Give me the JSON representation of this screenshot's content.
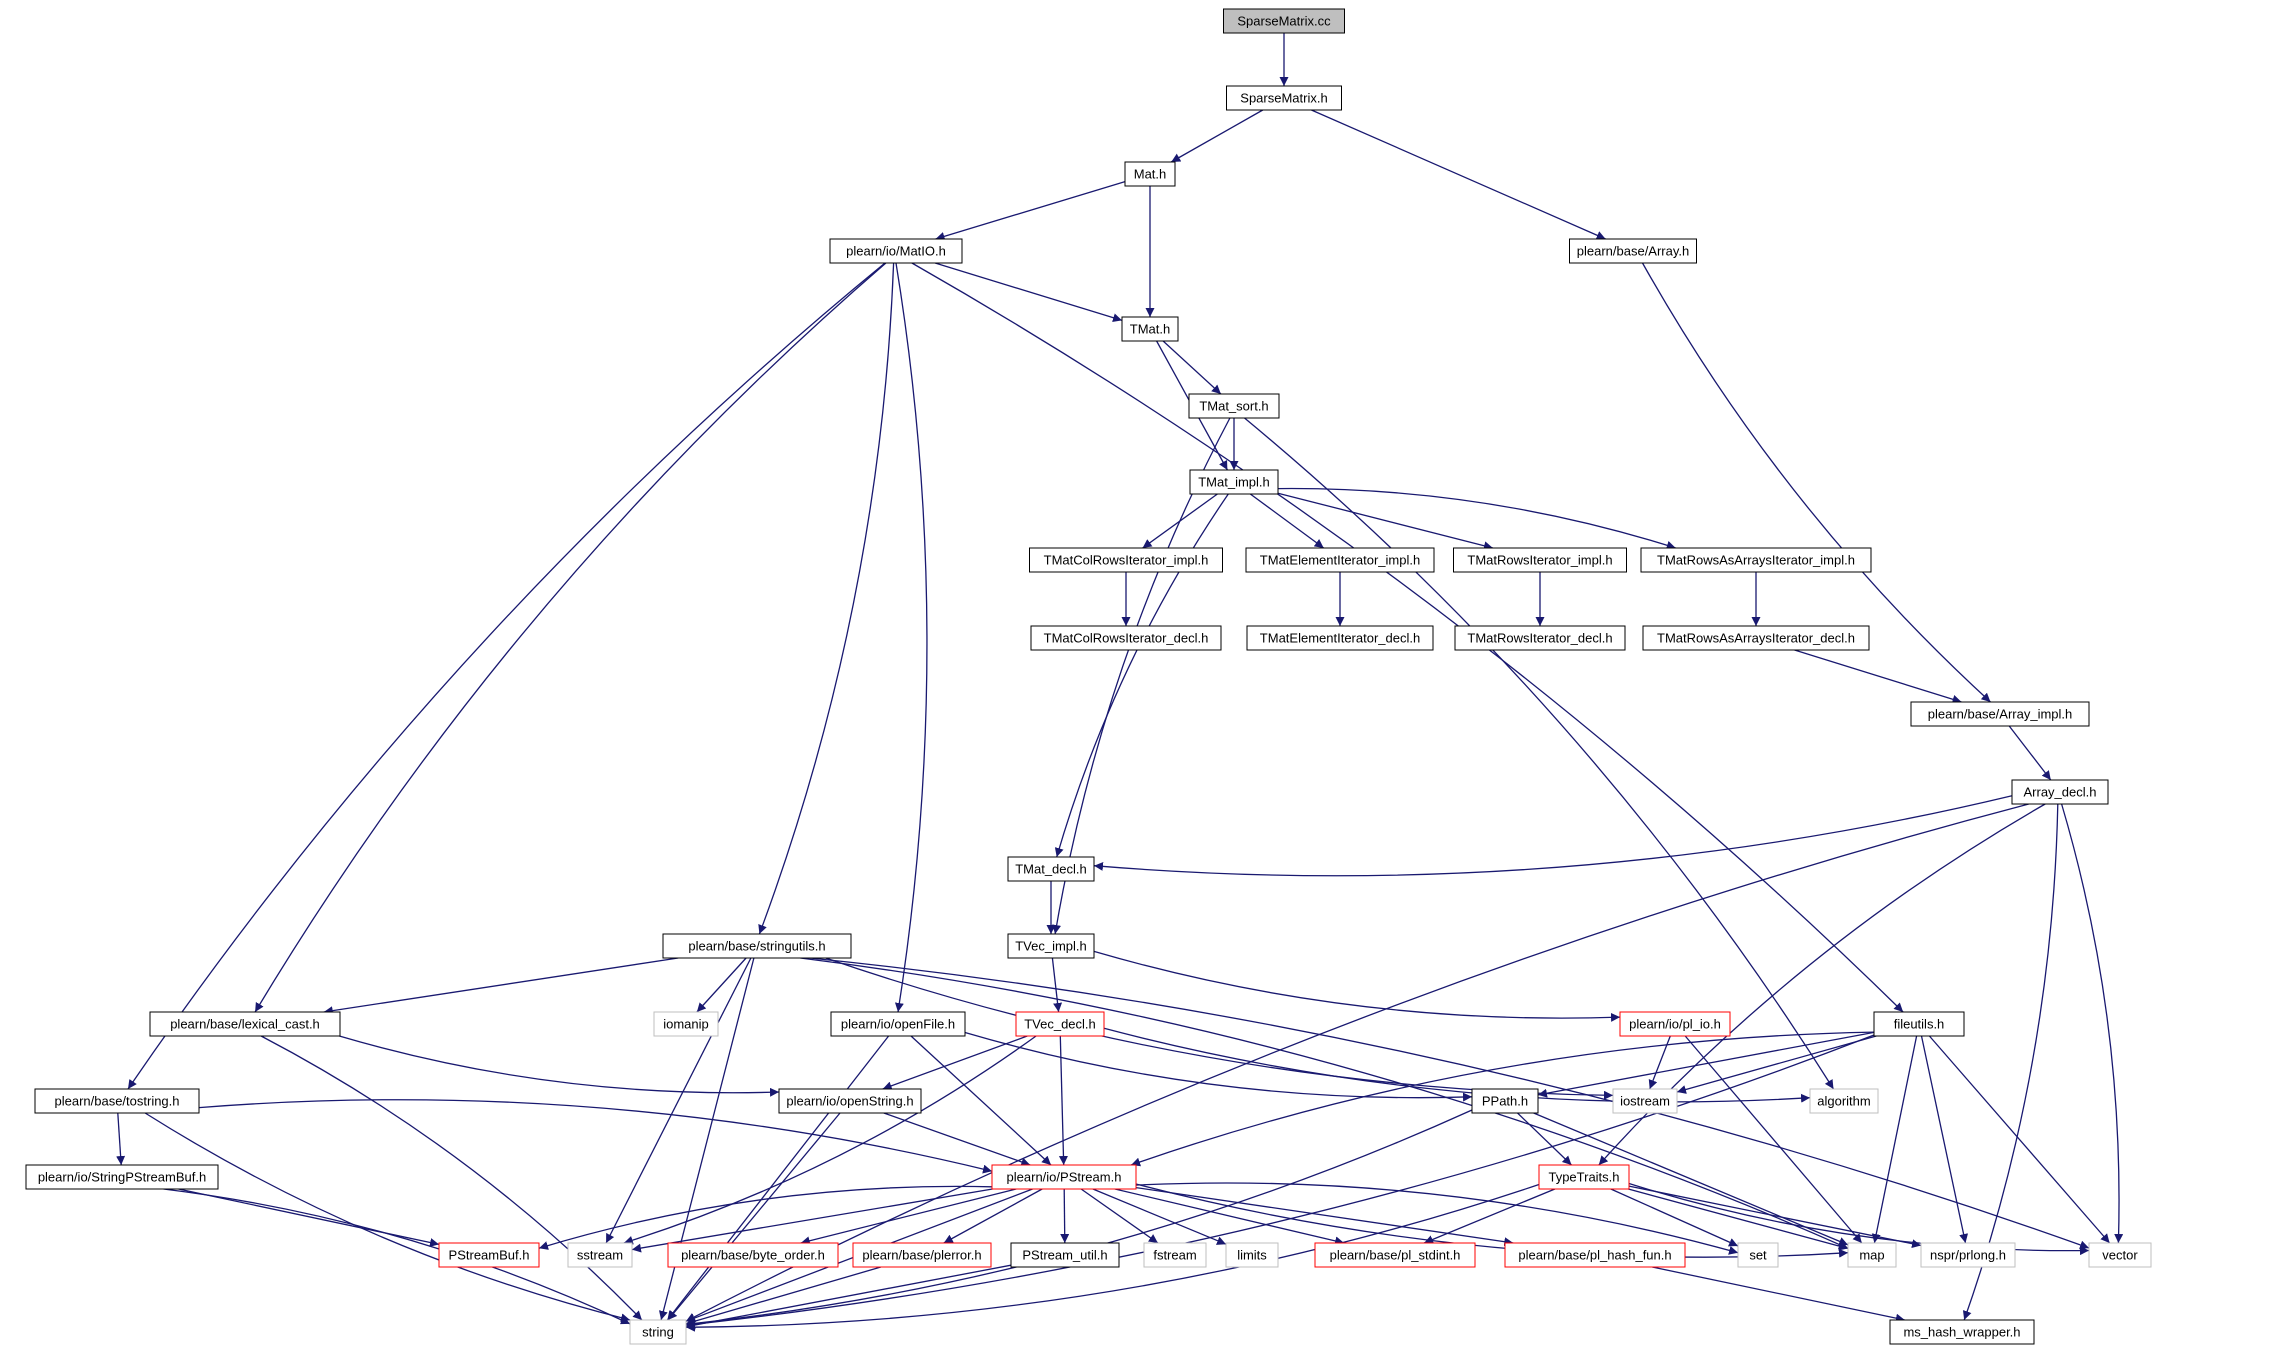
{
  "colors": {
    "edge": "#191970",
    "node_border": "#000000",
    "node_border_truncated": "#ff0000",
    "node_border_external": "#bfbfbf",
    "root_fill": "#bfbfbf",
    "node_fill": "#ffffff"
  },
  "nodes": [
    {
      "id": "SparseMatrix_cc",
      "label": "SparseMatrix.cc",
      "kind": "root"
    },
    {
      "id": "SparseMatrix_h",
      "label": "SparseMatrix.h",
      "kind": "normal"
    },
    {
      "id": "Mat_h",
      "label": "Mat.h",
      "kind": "normal"
    },
    {
      "id": "MatIO_h",
      "label": "plearn/io/MatIO.h",
      "kind": "normal"
    },
    {
      "id": "Array_h",
      "label": "plearn/base/Array.h",
      "kind": "normal"
    },
    {
      "id": "TMat_h",
      "label": "TMat.h",
      "kind": "normal"
    },
    {
      "id": "TMat_sort_h",
      "label": "TMat_sort.h",
      "kind": "normal"
    },
    {
      "id": "TMat_impl_h",
      "label": "TMat_impl.h",
      "kind": "normal"
    },
    {
      "id": "ColRows_impl",
      "label": "TMatColRowsIterator_impl.h",
      "kind": "normal"
    },
    {
      "id": "Element_impl",
      "label": "TMatElementIterator_impl.h",
      "kind": "normal"
    },
    {
      "id": "Rows_impl",
      "label": "TMatRowsIterator_impl.h",
      "kind": "normal"
    },
    {
      "id": "RowsAsArrays_impl",
      "label": "TMatRowsAsArraysIterator_impl.h",
      "kind": "normal"
    },
    {
      "id": "ColRows_decl",
      "label": "TMatColRowsIterator_decl.h",
      "kind": "normal"
    },
    {
      "id": "Element_decl",
      "label": "TMatElementIterator_decl.h",
      "kind": "normal"
    },
    {
      "id": "Rows_decl",
      "label": "TMatRowsIterator_decl.h",
      "kind": "normal"
    },
    {
      "id": "RowsAsArrays_decl",
      "label": "TMatRowsAsArraysIterator_decl.h",
      "kind": "normal"
    },
    {
      "id": "Array_impl_h",
      "label": "plearn/base/Array_impl.h",
      "kind": "normal"
    },
    {
      "id": "Array_decl_h",
      "label": "Array_decl.h",
      "kind": "normal"
    },
    {
      "id": "TMat_decl_h",
      "label": "TMat_decl.h",
      "kind": "normal"
    },
    {
      "id": "TVec_impl_h",
      "label": "TVec_impl.h",
      "kind": "normal"
    },
    {
      "id": "stringutils_h",
      "label": "plearn/base/stringutils.h",
      "kind": "normal"
    },
    {
      "id": "lexical_cast_h",
      "label": "plearn/base/lexical_cast.h",
      "kind": "normal"
    },
    {
      "id": "iomanip",
      "label": "iomanip",
      "kind": "external"
    },
    {
      "id": "openFile_h",
      "label": "plearn/io/openFile.h",
      "kind": "normal"
    },
    {
      "id": "TVec_decl_h",
      "label": "TVec_decl.h",
      "kind": "truncated"
    },
    {
      "id": "pl_io_h",
      "label": "plearn/io/pl_io.h",
      "kind": "truncated"
    },
    {
      "id": "fileutils_h",
      "label": "fileutils.h",
      "kind": "normal"
    },
    {
      "id": "tostring_h",
      "label": "plearn/base/tostring.h",
      "kind": "normal"
    },
    {
      "id": "openString_h",
      "label": "plearn/io/openString.h",
      "kind": "normal"
    },
    {
      "id": "PPath_h",
      "label": "PPath.h",
      "kind": "normal"
    },
    {
      "id": "iostream",
      "label": "iostream",
      "kind": "external"
    },
    {
      "id": "algorithm",
      "label": "algorithm",
      "kind": "external"
    },
    {
      "id": "StringPStreamBuf_h",
      "label": "plearn/io/StringPStreamBuf.h",
      "kind": "normal"
    },
    {
      "id": "PStream_h",
      "label": "plearn/io/PStream.h",
      "kind": "truncated"
    },
    {
      "id": "TypeTraits_h",
      "label": "TypeTraits.h",
      "kind": "truncated"
    },
    {
      "id": "PStreamBuf_h",
      "label": "PStreamBuf.h",
      "kind": "truncated"
    },
    {
      "id": "sstream",
      "label": "sstream",
      "kind": "external"
    },
    {
      "id": "byte_order_h",
      "label": "plearn/base/byte_order.h",
      "kind": "truncated"
    },
    {
      "id": "plerror_h",
      "label": "plearn/base/plerror.h",
      "kind": "truncated"
    },
    {
      "id": "PStream_util_h",
      "label": "PStream_util.h",
      "kind": "normal"
    },
    {
      "id": "fstream",
      "label": "fstream",
      "kind": "external"
    },
    {
      "id": "limits",
      "label": "limits",
      "kind": "external"
    },
    {
      "id": "pl_stdint_h",
      "label": "plearn/base/pl_stdint.h",
      "kind": "truncated"
    },
    {
      "id": "pl_hash_fun_h",
      "label": "plearn/base/pl_hash_fun.h",
      "kind": "truncated"
    },
    {
      "id": "set",
      "label": "set",
      "kind": "external"
    },
    {
      "id": "map",
      "label": "map",
      "kind": "external"
    },
    {
      "id": "nspr_prlong_h",
      "label": "nspr/prlong.h",
      "kind": "external"
    },
    {
      "id": "vector",
      "label": "vector",
      "kind": "external"
    },
    {
      "id": "string",
      "label": "string",
      "kind": "external"
    },
    {
      "id": "ms_hash_wrapper_h",
      "label": "ms_hash_wrapper.h",
      "kind": "normal"
    }
  ],
  "edges": [
    [
      "SparseMatrix_cc",
      "SparseMatrix_h"
    ],
    [
      "SparseMatrix_h",
      "Mat_h"
    ],
    [
      "SparseMatrix_h",
      "Array_h"
    ],
    [
      "Mat_h",
      "MatIO_h"
    ],
    [
      "Mat_h",
      "TMat_h"
    ],
    [
      "MatIO_h",
      "TMat_h"
    ],
    [
      "MatIO_h",
      "stringutils_h"
    ],
    [
      "MatIO_h",
      "lexical_cast_h"
    ],
    [
      "MatIO_h",
      "openFile_h"
    ],
    [
      "MatIO_h",
      "tostring_h"
    ],
    [
      "MatIO_h",
      "fileutils_h"
    ],
    [
      "Array_h",
      "Array_impl_h"
    ],
    [
      "TMat_h",
      "TMat_sort_h"
    ],
    [
      "TMat_h",
      "TMat_impl_h"
    ],
    [
      "TMat_sort_h",
      "TMat_impl_h"
    ],
    [
      "TMat_sort_h",
      "TVec_impl_h"
    ],
    [
      "TMat_sort_h",
      "algorithm"
    ],
    [
      "TMat_impl_h",
      "ColRows_impl"
    ],
    [
      "TMat_impl_h",
      "Element_impl"
    ],
    [
      "TMat_impl_h",
      "Rows_impl"
    ],
    [
      "TMat_impl_h",
      "RowsAsArrays_impl"
    ],
    [
      "TMat_impl_h",
      "TMat_decl_h"
    ],
    [
      "ColRows_impl",
      "ColRows_decl"
    ],
    [
      "Element_impl",
      "Element_decl"
    ],
    [
      "Rows_impl",
      "Rows_decl"
    ],
    [
      "RowsAsArrays_impl",
      "RowsAsArrays_decl"
    ],
    [
      "RowsAsArrays_decl",
      "Array_impl_h"
    ],
    [
      "Array_impl_h",
      "Array_decl_h"
    ],
    [
      "Array_decl_h",
      "TMat_decl_h"
    ],
    [
      "Array_decl_h",
      "TypeTraits_h"
    ],
    [
      "Array_decl_h",
      "vector"
    ],
    [
      "Array_decl_h",
      "string"
    ],
    [
      "Array_decl_h",
      "ms_hash_wrapper_h"
    ],
    [
      "TMat_decl_h",
      "TVec_impl_h"
    ],
    [
      "TVec_impl_h",
      "TVec_decl_h"
    ],
    [
      "TVec_impl_h",
      "pl_io_h"
    ],
    [
      "stringutils_h",
      "lexical_cast_h"
    ],
    [
      "stringutils_h",
      "iomanip"
    ],
    [
      "stringutils_h",
      "sstream"
    ],
    [
      "stringutils_h",
      "string"
    ],
    [
      "stringutils_h",
      "map"
    ],
    [
      "stringutils_h",
      "iostream"
    ],
    [
      "stringutils_h",
      "vector"
    ],
    [
      "lexical_cast_h",
      "openString_h"
    ],
    [
      "lexical_cast_h",
      "string"
    ],
    [
      "openFile_h",
      "PPath_h"
    ],
    [
      "openFile_h",
      "PStream_h"
    ],
    [
      "openFile_h",
      "string"
    ],
    [
      "TVec_decl_h",
      "openString_h"
    ],
    [
      "TVec_decl_h",
      "PStream_h"
    ],
    [
      "TVec_decl_h",
      "sstream"
    ],
    [
      "TVec_decl_h",
      "algorithm"
    ],
    [
      "pl_io_h",
      "iostream"
    ],
    [
      "pl_io_h",
      "map"
    ],
    [
      "fileutils_h",
      "PPath_h"
    ],
    [
      "fileutils_h",
      "PStream_h"
    ],
    [
      "fileutils_h",
      "iostream"
    ],
    [
      "fileutils_h",
      "map"
    ],
    [
      "fileutils_h",
      "nspr_prlong_h"
    ],
    [
      "fileutils_h",
      "vector"
    ],
    [
      "fileutils_h",
      "string"
    ],
    [
      "tostring_h",
      "StringPStreamBuf_h"
    ],
    [
      "tostring_h",
      "PStream_h"
    ],
    [
      "tostring_h",
      "string"
    ],
    [
      "openString_h",
      "PStream_h"
    ],
    [
      "openString_h",
      "string"
    ],
    [
      "PPath_h",
      "TypeTraits_h"
    ],
    [
      "PPath_h",
      "map"
    ],
    [
      "PPath_h",
      "string"
    ],
    [
      "StringPStreamBuf_h",
      "PStreamBuf_h"
    ],
    [
      "StringPStreamBuf_h",
      "string"
    ],
    [
      "PStream_h",
      "PStreamBuf_h"
    ],
    [
      "PStream_h",
      "sstream"
    ],
    [
      "PStream_h",
      "byte_order_h"
    ],
    [
      "PStream_h",
      "plerror_h"
    ],
    [
      "PStream_h",
      "PStream_util_h"
    ],
    [
      "PStream_h",
      "fstream"
    ],
    [
      "PStream_h",
      "limits"
    ],
    [
      "PStream_h",
      "pl_stdint_h"
    ],
    [
      "PStream_h",
      "pl_hash_fun_h"
    ],
    [
      "PStream_h",
      "set"
    ],
    [
      "PStream_h",
      "map"
    ],
    [
      "PStream_h",
      "string"
    ],
    [
      "TypeTraits_h",
      "pl_stdint_h"
    ],
    [
      "TypeTraits_h",
      "set"
    ],
    [
      "TypeTraits_h",
      "map"
    ],
    [
      "TypeTraits_h",
      "nspr_prlong_h"
    ],
    [
      "TypeTraits_h",
      "vector"
    ],
    [
      "TypeTraits_h",
      "string"
    ],
    [
      "plerror_h",
      "string"
    ],
    [
      "PStream_util_h",
      "string"
    ],
    [
      "pl_hash_fun_h",
      "ms_hash_wrapper_h"
    ]
  ]
}
